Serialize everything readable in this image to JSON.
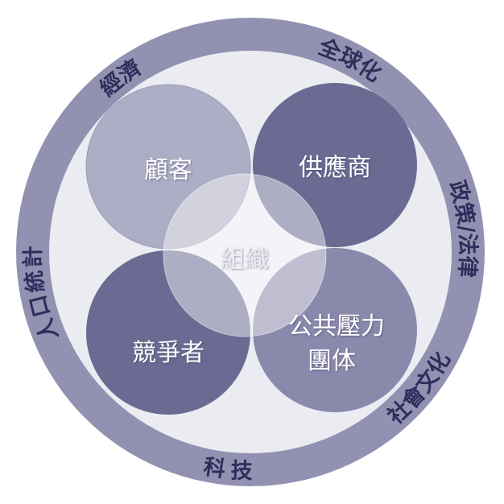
{
  "diagram": {
    "center": {
      "label": "組織"
    },
    "circles": [
      {
        "label": "顧客",
        "color": "#adadc5"
      },
      {
        "label": "供應商",
        "color": "#6b6a93"
      },
      {
        "label": "競爭者",
        "color": "#6b6a93"
      },
      {
        "label_line1": "公共壓力",
        "label_line2": "團体",
        "color": "#8b89ab"
      }
    ],
    "ring": {
      "color": "#9391b1",
      "inner_color": "#ebebf2",
      "text_color": "#2f2d5c",
      "labels": [
        "經濟",
        "全球化",
        "政策/法律",
        "社會文化",
        "科技",
        "人口統計"
      ]
    }
  }
}
